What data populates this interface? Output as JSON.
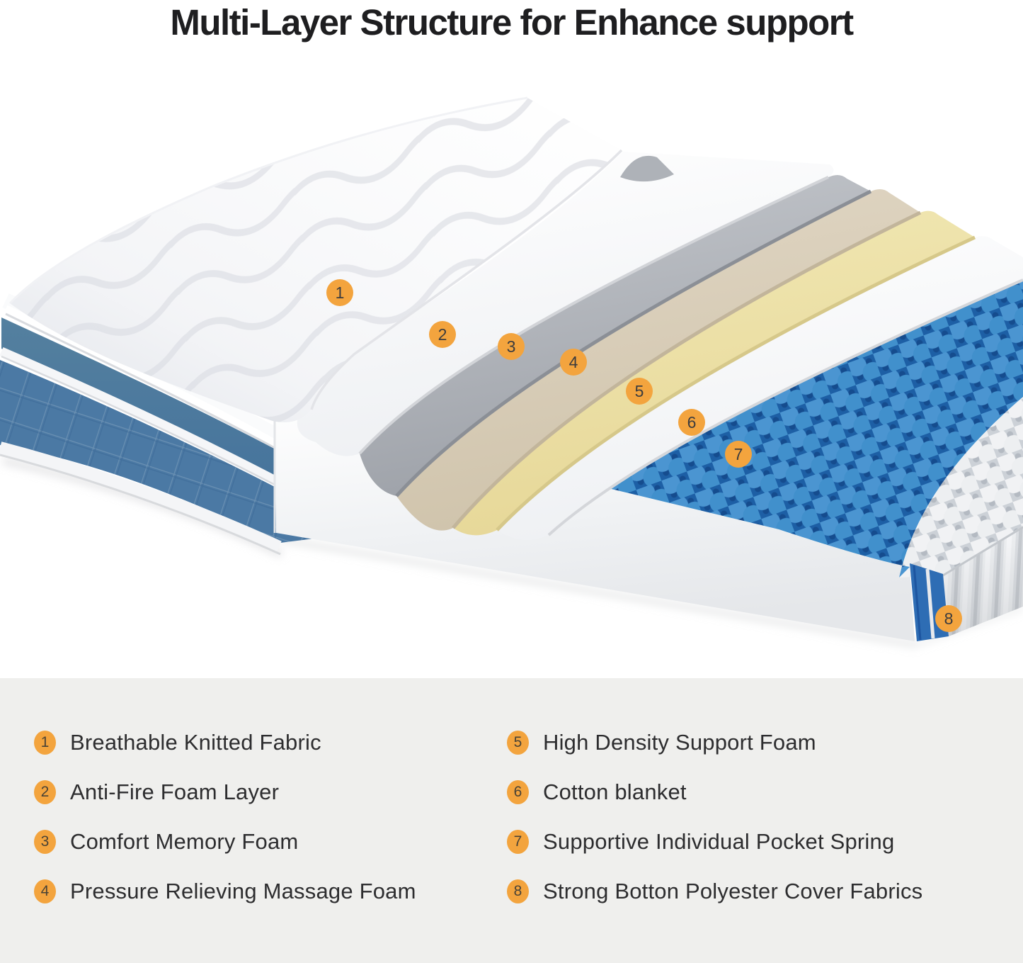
{
  "title": "Multi-Layer Structure for Enhance support",
  "colors": {
    "accent_orange": "#F3A43E",
    "fabric_blue": "#4C7AA4",
    "foam_blue": "#2E6DB4",
    "legend_bg": "#EFEFED",
    "text_dark": "#1E1E20",
    "legend_text": "#2D2D2F",
    "badge_text": "#3C3C3E"
  },
  "diagram": {
    "badges": [
      {
        "num": "1"
      },
      {
        "num": "2"
      },
      {
        "num": "3"
      },
      {
        "num": "4"
      },
      {
        "num": "5"
      },
      {
        "num": "6"
      },
      {
        "num": "7"
      },
      {
        "num": "8"
      }
    ]
  },
  "legend": {
    "items": [
      {
        "num": "1",
        "label": "Breathable Knitted Fabric"
      },
      {
        "num": "2",
        "label": "Anti-Fire Foam Layer"
      },
      {
        "num": "3",
        "label": "Comfort Memory Foam"
      },
      {
        "num": "4",
        "label": "Pressure Relieving Massage Foam"
      },
      {
        "num": "5",
        "label": "High Density Support Foam"
      },
      {
        "num": "6",
        "label": "Cotton blanket"
      },
      {
        "num": "7",
        "label": "Supportive Individual Pocket Spring"
      },
      {
        "num": "8",
        "label": "Strong Botton Polyester Cover Fabrics"
      }
    ]
  }
}
